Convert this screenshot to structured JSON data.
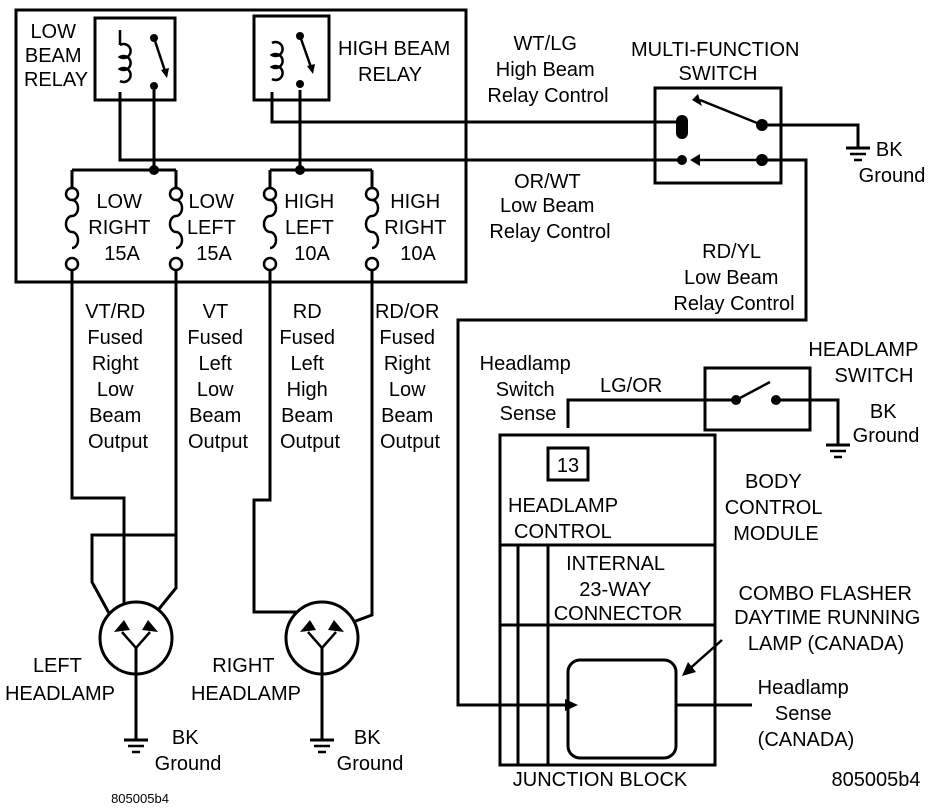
{
  "relays": {
    "low_beam": [
      "LOW",
      "BEAM",
      "RELAY"
    ],
    "high_beam": [
      "HIGH BEAM",
      "RELAY"
    ]
  },
  "fuses": {
    "low_right": [
      "LOW",
      "RIGHT",
      "15A"
    ],
    "low_left": [
      "LOW",
      "LEFT",
      "15A"
    ],
    "high_left": [
      "HIGH",
      "LEFT",
      "10A"
    ],
    "high_right": [
      "HIGH",
      "RIGHT",
      "10A"
    ]
  },
  "outputs": {
    "vt_rd": [
      "VT/RD",
      "Fused",
      "Right",
      "Low",
      "Beam",
      "Output"
    ],
    "vt": [
      "VT",
      "Fused",
      "Left",
      "Low",
      "Beam",
      "Output"
    ],
    "rd": [
      "RD",
      "Fused",
      "Left",
      "High",
      "Beam",
      "Output"
    ],
    "rd_or": [
      "RD/OR",
      "Fused",
      "Right",
      "Low",
      "Beam",
      "Output"
    ]
  },
  "wires": {
    "wt_lg": [
      "WT/LG",
      "High Beam",
      "Relay Control"
    ],
    "or_wt": [
      "OR/WT",
      "Low Beam",
      "Relay Control"
    ],
    "rd_yl": [
      "RD/YL",
      "Low Beam",
      "Relay Control"
    ],
    "lg_or": "LG/OR",
    "hl_switch_sense": [
      "Headlamp",
      "Switch",
      "Sense"
    ],
    "hl_sense_canada": [
      "Headlamp",
      "Sense",
      "(CANADA)"
    ]
  },
  "switches": {
    "multi_function": [
      "MULTI-FUNCTION",
      "SWITCH"
    ],
    "headlamp": [
      "HEADLAMP",
      "SWITCH"
    ]
  },
  "grounds": {
    "mf": [
      "BK",
      "Ground"
    ],
    "hl_switch": [
      "BK",
      "Ground"
    ],
    "left_lamp": [
      "BK",
      "Ground"
    ],
    "right_lamp": [
      "BK",
      "Ground"
    ]
  },
  "headlamps": {
    "left": [
      "LEFT",
      "HEADLAMP"
    ],
    "right": [
      "RIGHT",
      "HEADLAMP"
    ]
  },
  "module": {
    "pin": "13",
    "bcm": [
      "BODY",
      "CONTROL",
      "MODULE"
    ],
    "headlamp_control": [
      "HEADLAMP",
      "CONTROL"
    ],
    "internal": [
      "INTERNAL",
      "23-WAY",
      "CONNECTOR"
    ],
    "combo": [
      "COMBO FLASHER",
      "DAYTIME RUNNING",
      "LAMP (CANADA)"
    ],
    "junction": "JUNCTION BLOCK"
  },
  "figure_ids": {
    "main": "805005b4",
    "small": "805005b4"
  }
}
